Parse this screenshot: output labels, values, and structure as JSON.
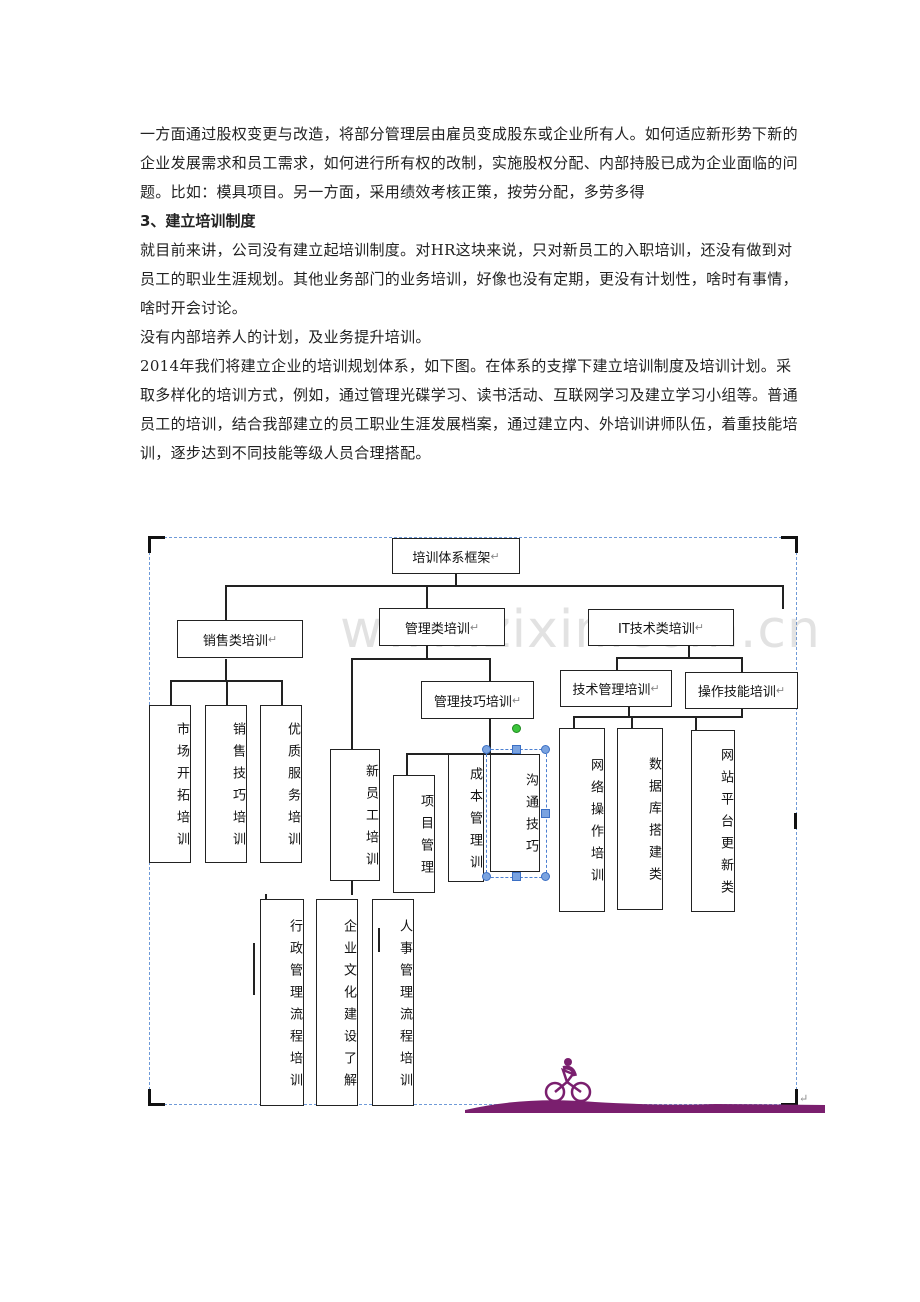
{
  "paragraphs": [
    "一方面通过股权变更与改造，将部分管理层由雇员变成股东或企业所有人。如何适应新形势下新的企业发展需求和员工需求，如何进行所有权的改制，实施股权分配、内部持股已成为企业面临的问题。比如：模具项目。另一方面，采用绩效考核正策，按劳分配，多劳多得",
    "3、建立培训制度",
    "就目前来讲，公司没有建立起培训制度。对HR这块来说，只对新员工的入职培训，还没有做到对员工的职业生涯规划。其他业务部门的业务培训，好像也没有定期，更没有计划性，啥时有事情，啥时开会讨论。",
    "没有内部培养人的计划，及业务提升培训。",
    "2014年我们将建立企业的培训规划体系，如下图。在体系的支撑下建立培训制度及培训计划。采取多样化的培训方式，例如，通过管理光碟学习、读书活动、互联网学习及建立学习小组等。普通员工的培训，结合我部建立的员工职业生涯发展档案，通过建立内、外培训讲师队伍，着重技能培训，逐步达到不同技能等级人员合理搭配。"
  ],
  "diagram": {
    "watermark": "www.zixin.com.cn",
    "root": "培训体系框架",
    "level1": [
      "销售类培训",
      "管理类培训",
      "IT技术类培训"
    ],
    "sales": [
      "市场开拓培训",
      "销售技巧培训",
      "优质服务培训"
    ],
    "management_mid": "管理技巧培训",
    "new_staff": "新员工培训",
    "skills": [
      "项目管理",
      "成本管理训",
      "沟通技巧"
    ],
    "new_staff_sub": [
      "行政管理流程培训",
      "企业文化建设了解",
      "人事管理流程培训"
    ],
    "it_mid": [
      "技术管理培训",
      "操作技能培训"
    ],
    "it_sub": [
      "网络操作培训",
      "数据库搭建类",
      "网站平台更新类"
    ],
    "return_mark": "↵"
  },
  "colors": {
    "text": "#222222",
    "frame_dash": "#6f9ad8",
    "logo_purple": "#7a1f6e"
  }
}
